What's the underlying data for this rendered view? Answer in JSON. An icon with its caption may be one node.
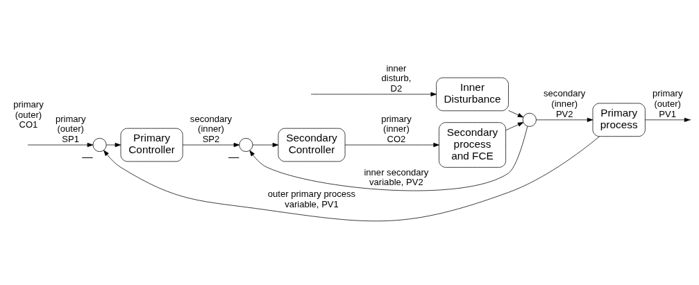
{
  "diagram": {
    "nodes": [
      {
        "text": [],
        "shape": "circle",
        "beside": [
          "—"
        ]
      },
      {
        "text": [
          "Primary Controller"
        ]
      },
      {
        "text": [],
        "shape": "circle",
        "beside": [
          "—"
        ]
      },
      {
        "text": [
          "Secondary Controller"
        ]
      },
      {
        "text": [
          "Secondary process and FCE"
        ]
      },
      {
        "text": [
          "Inner Disturbance"
        ]
      },
      {
        "text": [],
        "shape": "circle"
      },
      {
        "text": [
          "Primary process"
        ]
      }
    ],
    "edges": [
      {
        "from": null,
        "to": 0,
        "arrow": "to",
        "label": "primary (outer) SP1"
      },
      {
        "from": 0,
        "to": 1,
        "arrow": "to"
      },
      {
        "from": 1,
        "to": 2,
        "arrow": "to",
        "label": "secondary (inner) SP2"
      },
      {
        "from": 2,
        "to": 3,
        "arrow": "to"
      },
      {
        "from": 3,
        "to": 4,
        "arrow": "to",
        "label": "primary (inner) CO2"
      },
      {
        "from": null,
        "to": 5,
        "arrow": "to",
        "label": "inner disturb, D2"
      },
      {
        "from": 5,
        "to": 6,
        "arrow": "to"
      },
      {
        "from": 4,
        "to": 6,
        "arrow": "to"
      },
      {
        "from": 6,
        "to": 7,
        "arrow": "to",
        "label": "secondary (inner) PV2"
      },
      {
        "from": 7,
        "to": null,
        "arrow": "to",
        "label": "primary (outer) PV1"
      },
      {
        "from": 6,
        "to": 2,
        "arrow": "to",
        "label": "inner secondary variable, PV2"
      },
      {
        "from": 7,
        "to": 0,
        "arrow": "to",
        "label": "outer primary process variable, PV1"
      }
    ],
    "labels": [
      "primary (outer) CO1"
    ]
  }
}
